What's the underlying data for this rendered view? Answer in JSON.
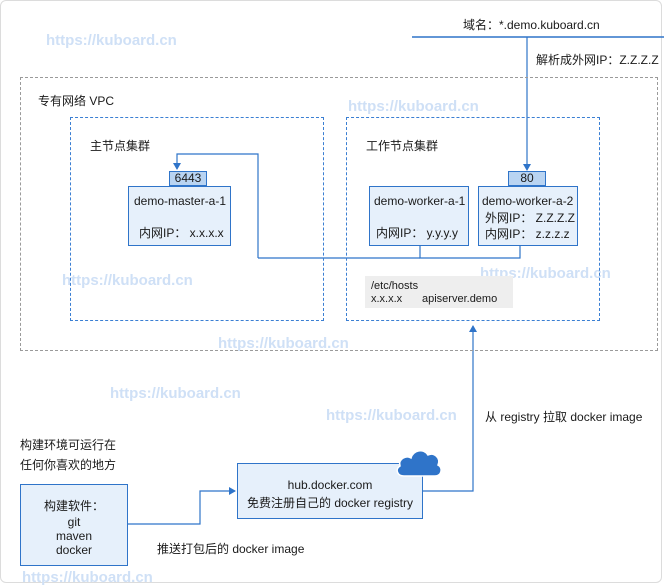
{
  "watermark": "https://kuboard.cn",
  "domain": {
    "label": "域名：*.demo.kuboard.cn",
    "resolve": "解析成外网IP：Z.Z.Z.Z"
  },
  "vpc": {
    "label": "专有网络 VPC"
  },
  "master_cluster": {
    "label": "主节点集群",
    "node": {
      "port": "6443",
      "name": "demo-master-a-1",
      "internal_ip": "内网IP：  x.x.x.x"
    }
  },
  "worker_cluster": {
    "label": "工作节点集群",
    "node1": {
      "name": "demo-worker-a-1",
      "internal_ip": "内网IP：  y.y.y.y"
    },
    "node2": {
      "port": "80",
      "name": "demo-worker-a-2",
      "external_ip": "外网IP：  Z.Z.Z.Z",
      "internal_ip": "内网IP：  z.z.z.z"
    },
    "hosts": {
      "path": "/etc/hosts",
      "ip": "x.x.x.x",
      "host": "apiserver.demo"
    }
  },
  "registry_pull": "从 registry 拉取 docker image",
  "build_env": {
    "line1": "构建环境可运行在",
    "line2": "任何你喜欢的地方"
  },
  "hub": {
    "line1": "hub.docker.com",
    "line2": "免费注册自己的 docker registry"
  },
  "build": {
    "title": "构建软件：",
    "tools": [
      "git",
      "maven",
      "docker"
    ]
  },
  "push": "推送打包后的 docker image"
}
